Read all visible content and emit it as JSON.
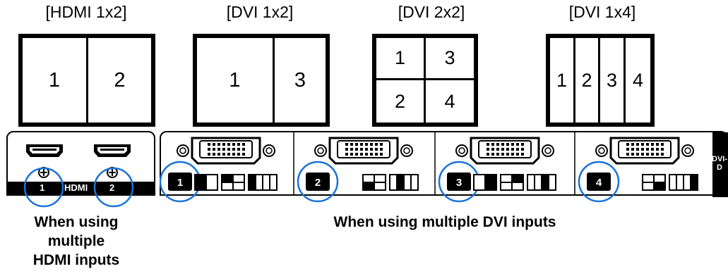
{
  "layouts": [
    {
      "label": "[HDMI 1x2]",
      "cells": [
        "1",
        "2"
      ]
    },
    {
      "label": "[DVI 1x2]",
      "cells": [
        "1",
        "3"
      ]
    },
    {
      "label": "[DVI 2x2]",
      "cells": [
        "1",
        "3",
        "2",
        "4"
      ]
    },
    {
      "label": "[DVI 1x4]",
      "cells": [
        "1",
        "2",
        "3",
        "4"
      ]
    }
  ],
  "hdmi_panel": {
    "port_labels": [
      "1",
      "2"
    ],
    "bar_label": "HDMI"
  },
  "dvi_panel": {
    "port_numbers": [
      "1",
      "2",
      "3",
      "4"
    ],
    "side_label": "DVI-D"
  },
  "captions": {
    "hdmi": [
      "When using",
      "multiple",
      "HDMI inputs"
    ],
    "dvi": "When using multiple DVI inputs"
  },
  "colors": {
    "highlight_circle": "#1a73d9",
    "panel": "#000000"
  }
}
